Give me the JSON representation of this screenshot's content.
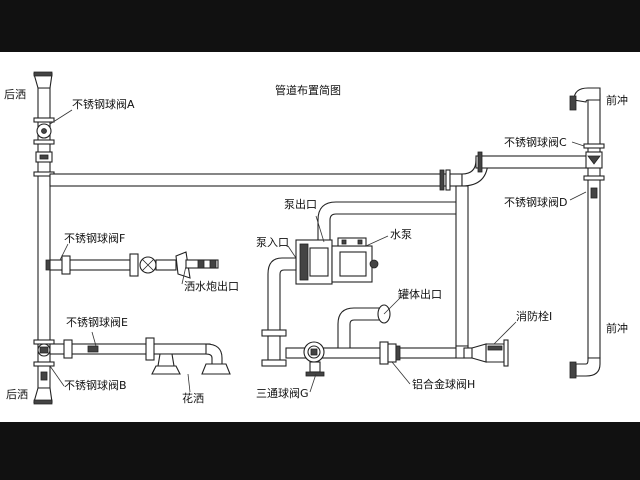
{
  "diagram": {
    "title": "管道布置简图",
    "labels": {
      "rear_spray_top": "后洒",
      "rear_spray_bottom": "后洒",
      "valve_a": "不锈钢球阀A",
      "valve_b": "不锈钢球阀B",
      "valve_c": "不锈钢球阀C",
      "valve_d": "不锈钢球阀D",
      "valve_e": "不锈钢球阀E",
      "valve_f": "不锈钢球阀F",
      "cannon_outlet": "洒水炮出口",
      "pump_outlet": "泵出口",
      "pump_inlet": "泵入口",
      "water_pump": "水泵",
      "tank_outlet": "罐体出口",
      "hydrant": "消防栓I",
      "front_flush_top": "前冲",
      "front_flush_bottom": "前冲",
      "three_way_valve": "三通球阀G",
      "aluminum_valve": "铝合金球阀H",
      "flower_spray": "花洒"
    }
  }
}
